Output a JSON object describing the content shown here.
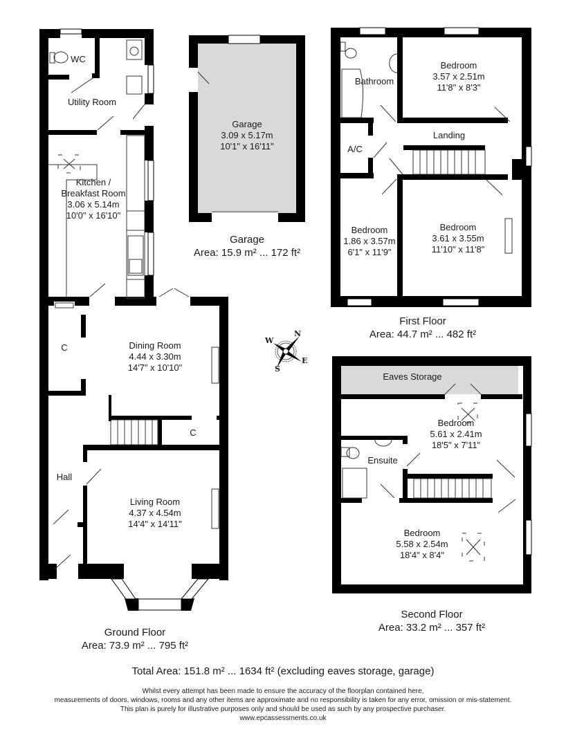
{
  "floors": {
    "ground": {
      "name": "Ground Floor",
      "area": "Area: 73.9 m² ... 795 ft²",
      "rooms": [
        {
          "name": "WC"
        },
        {
          "name": "Utility Room"
        },
        {
          "name": "Kitchen /",
          "name2": "Breakfast Room",
          "metric": "3.06 x 5.14m",
          "imperial": "10'0\" x 16'10\""
        },
        {
          "name": "Dining Room",
          "metric": "4.44 x 3.30m",
          "imperial": "14'7\" x 10'10\""
        },
        {
          "name": "Living Room",
          "metric": "4.37 x 4.54m",
          "imperial": "14'4\" x 14'11\""
        },
        {
          "name": "Hall"
        },
        {
          "name": "C"
        },
        {
          "name": "C"
        }
      ]
    },
    "garage": {
      "name": "Garage",
      "area": "Area: 15.9 m² ... 172 ft²",
      "rooms": [
        {
          "name": "Garage",
          "metric": "3.09 x 5.17m",
          "imperial": "10'1\" x 16'11\""
        }
      ]
    },
    "first": {
      "name": "First Floor",
      "area": "Area: 44.7 m² ... 482 ft²",
      "rooms": [
        {
          "name": "Bathroom"
        },
        {
          "name": "Bedroom",
          "metric": "3.57 x 2.51m",
          "imperial": "11'8\" x 8'3\""
        },
        {
          "name": "Landing"
        },
        {
          "name": "A/C"
        },
        {
          "name": "Bedroom",
          "metric": "1.86 x 3.57m",
          "imperial": "6'1\" x 11'9\""
        },
        {
          "name": "Bedroom",
          "metric": "3.61 x 3.55m",
          "imperial": "11'10\" x 11'8\""
        }
      ]
    },
    "second": {
      "name": "Second Floor",
      "area": "Area: 33.2 m² ... 357 ft²",
      "rooms": [
        {
          "name": "Eaves Storage"
        },
        {
          "name": "Bedroom",
          "metric": "5.61 x 2.41m",
          "imperial": "18'5\" x 7'11\""
        },
        {
          "name": "Ensuite"
        },
        {
          "name": "Bedroom",
          "metric": "5.58 x 2.54m",
          "imperial": "18'4\" x 8'4\""
        }
      ]
    }
  },
  "compass": {
    "n": "N",
    "e": "E",
    "s": "S",
    "w": "W"
  },
  "total_area": "Total Area: 151.8 m² ... 1634 ft² (excluding eaves storage, garage)",
  "disclaimer": {
    "line1": "Whilst every attempt has been made to ensure the accuracy of the floorplan contained here,",
    "line2": "measurements of doors, windows, rooms and any other items are approximate and no responsibility is taken for any error, omission or mis-statement.",
    "line3": "This plan is purely for illustrative purposes only and should be used as such by any prospective purchaser.",
    "website": "www.epcassessments.co.uk"
  },
  "colors": {
    "wall": "#000000",
    "garage_fill": "#d9d9d9",
    "eaves_fill": "#d9d9d9",
    "background": "#ffffff"
  }
}
